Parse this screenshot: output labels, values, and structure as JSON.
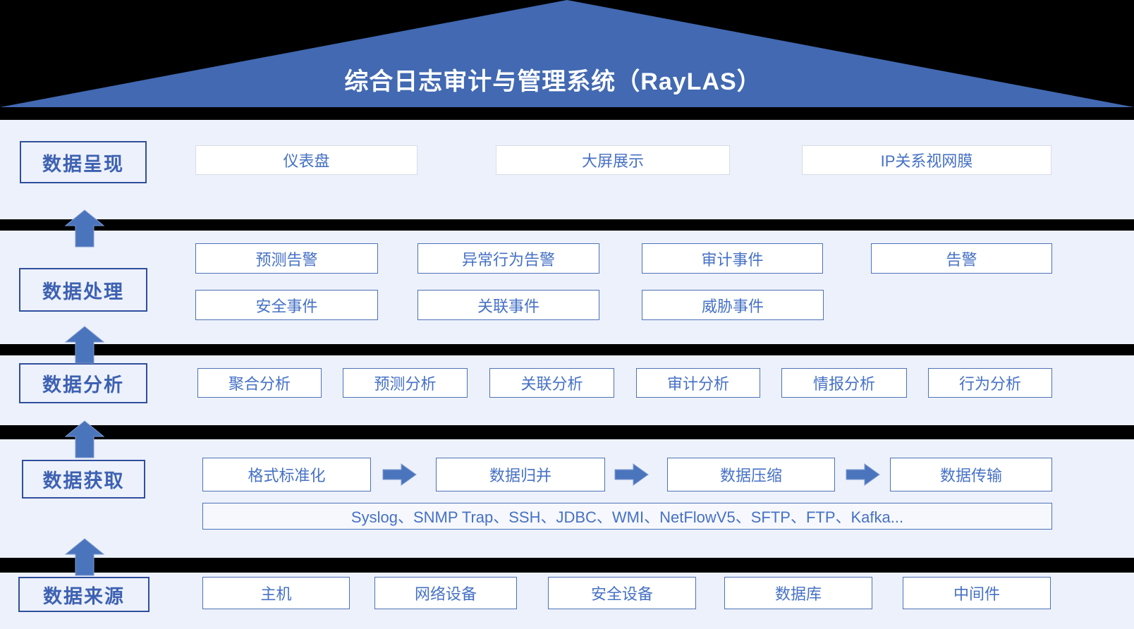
{
  "title": "综合日志审计与管理系统（RayLAS）",
  "presentation": {
    "label": "数据呈现",
    "items": [
      "仪表盘",
      "大屏展示",
      "IP关系视网膜"
    ]
  },
  "processing": {
    "label": "数据处理",
    "row1": [
      "预测告警",
      "异常行为告警",
      "审计事件",
      "告警"
    ],
    "row2": [
      "安全事件",
      "关联事件",
      "威胁事件"
    ]
  },
  "analysis": {
    "label": "数据分析",
    "items": [
      "聚合分析",
      "预测分析",
      "关联分析",
      "审计分析",
      "情报分析",
      "行为分析"
    ]
  },
  "acquisition": {
    "label": "数据获取",
    "flow": [
      "格式标准化",
      "数据归并",
      "数据压缩",
      "数据传输"
    ],
    "protocols": "Syslog、SNMP Trap、SSH、JDBC、WMI、NetFlowV5、SFTP、FTP、Kafka..."
  },
  "sources": {
    "label": "数据来源",
    "items": [
      "主机",
      "网络设备",
      "安全设备",
      "数据库",
      "中间件"
    ]
  },
  "colors": {
    "backdrop": "#000000",
    "roof": "#4269b2",
    "title_text": "#ffffff",
    "band_bg": "#edf1fb",
    "label_border": "#2f4f9d",
    "label_text": "#3d61b2",
    "box_border": "#4d72b7",
    "box_text": "#4671c5",
    "light_border": "#d8dce8",
    "protocol_bg": "#f6f8fd",
    "arrow_fill": "#4a74bc",
    "arrow_edge": "#7f9bd2"
  }
}
